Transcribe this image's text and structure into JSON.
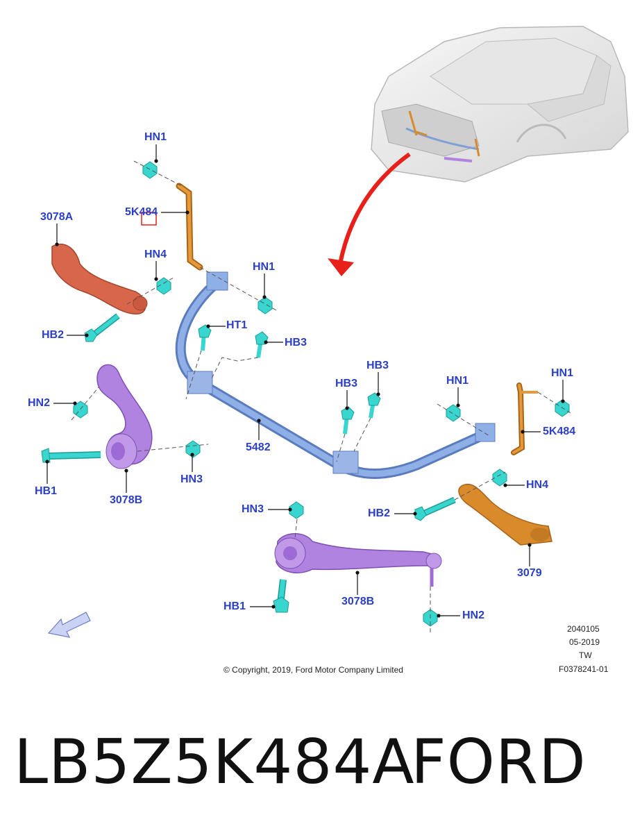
{
  "colors": {
    "label": "#2b3fc4",
    "stabilizer_bar": "#7f9fd6",
    "orange_part": "#d98a2b",
    "red_part": "#d8664a",
    "purple_part": "#b183e0",
    "fastener": "#39d6d0",
    "arrow": "#e8201a"
  },
  "labels": {
    "hn1_a": "HN1",
    "k484_a": "5K484",
    "a3078": "3078A",
    "hn4_a": "HN4",
    "hb2_a": "HB2",
    "hn1_b": "HN1",
    "ht1": "HT1",
    "hb3_a": "HB3",
    "hn2_a": "HN2",
    "hb3_b": "HB3",
    "hb3_c": "HB3",
    "hn1_c": "HN1",
    "hn1_d": "HN1",
    "k484_b": "5K484",
    "bar5482": "5482",
    "hb1_a": "HB1",
    "b3078_a": "3078B",
    "hn3_a": "HN3",
    "hn4_b": "HN4",
    "hn3_b": "HN3",
    "hb2_b": "HB2",
    "p3079": "3079",
    "hb1_b": "HB1",
    "b3078_b": "3078B",
    "hn2_b": "HN2"
  },
  "meta": {
    "code": "2040105",
    "date": "05-2019",
    "region": "TW",
    "figure_id": "F0378241-01",
    "copyright": "© Copyright, 2019, Ford Motor Company Limited"
  },
  "part_number": "LB5Z5K484A",
  "brand": "FORD",
  "icons": [
    "car-illustration",
    "red-arrow-icon",
    "orientation-arrow-icon"
  ]
}
